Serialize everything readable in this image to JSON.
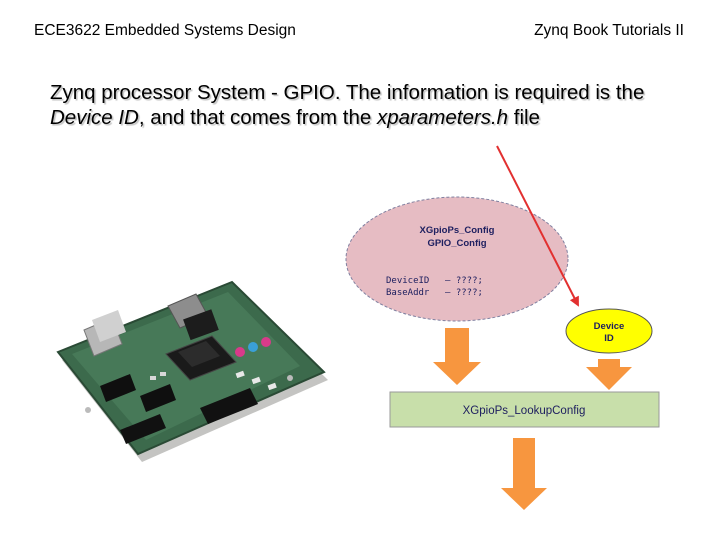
{
  "header": {
    "left": "ECE3622 Embedded Systems Design",
    "right": "Zynq Book Tutorials II"
  },
  "body": {
    "part1": "Zynq processor System - GPIO",
    "part2": ". The information is required is the ",
    "part3": "Device ID",
    "part4": ", and that comes from the ",
    "part5": "xparameters.h",
    "part6": " file"
  },
  "diagram": {
    "config_title1": "XGpioPs_Config",
    "config_title2": "GPIO_Config",
    "field1_name": "DeviceID",
    "field1_value": "– ????;",
    "field2_name": "BaseAddr",
    "field2_value": "– ????;",
    "device_id_line1": "Device",
    "device_id_line2": "ID",
    "lookup_label": "XGpioPs_LookupConfig",
    "colors": {
      "ellipse": "#e6bcc3",
      "yellow": "#ffff00",
      "box": "#c8dfaa",
      "arrow": "#f7963f",
      "pointer": "#e23030",
      "navy": "#1f2060"
    }
  },
  "board_image": "zybo-board-photo"
}
